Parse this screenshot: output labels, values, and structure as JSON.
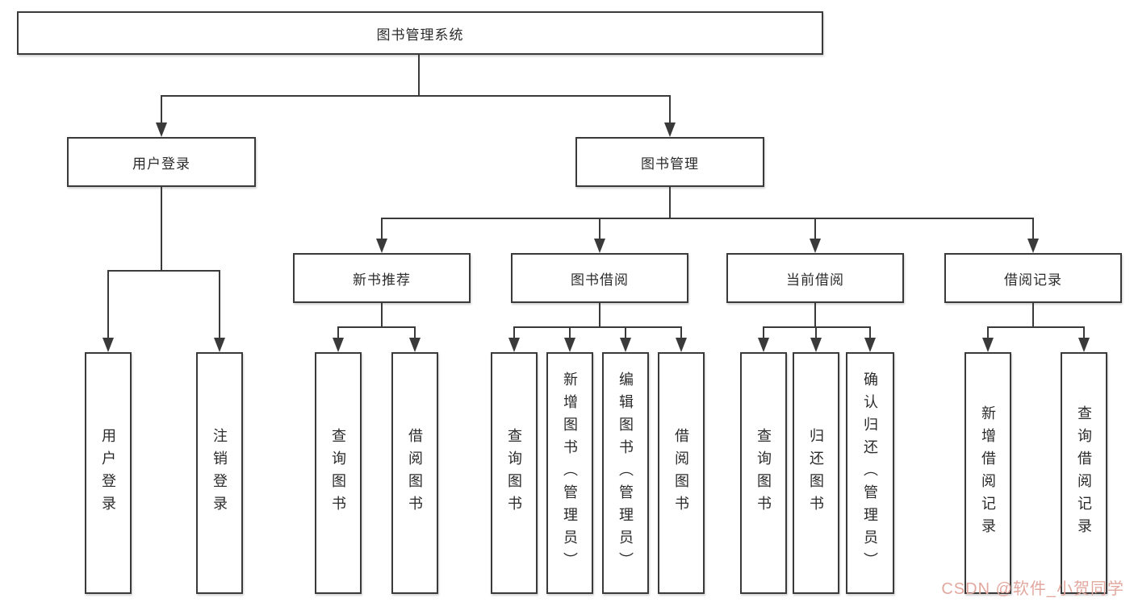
{
  "tree": {
    "root": {
      "label": "图书管理系统"
    },
    "user_login": {
      "label": "用户登录",
      "leaves": [
        {
          "label": "用户登录"
        },
        {
          "label": "注销登录"
        }
      ]
    },
    "book_mgmt": {
      "label": "图书管理",
      "categories": [
        {
          "label": "新书推荐",
          "leaves": [
            {
              "label": "查询图书"
            },
            {
              "label": "借阅图书"
            }
          ]
        },
        {
          "label": "图书借阅",
          "leaves": [
            {
              "label": "查询图书"
            },
            {
              "label": "新增图书（管理员）"
            },
            {
              "label": "编辑图书（管理员）"
            },
            {
              "label": "借阅图书"
            }
          ]
        },
        {
          "label": "当前借阅",
          "leaves": [
            {
              "label": "查询图书"
            },
            {
              "label": "归还图书"
            },
            {
              "label": "确认归还（管理员）"
            }
          ]
        },
        {
          "label": "借阅记录",
          "leaves": [
            {
              "label": "新增借阅记录"
            },
            {
              "label": "查询借阅记录"
            }
          ]
        }
      ]
    }
  },
  "watermark": {
    "text": "CSDN @软件_小贺同学"
  },
  "colors": {
    "line": "#3a3a3a",
    "text": "#2b2b2b",
    "watermark": "#e2a89f",
    "background": "#ffffff"
  }
}
